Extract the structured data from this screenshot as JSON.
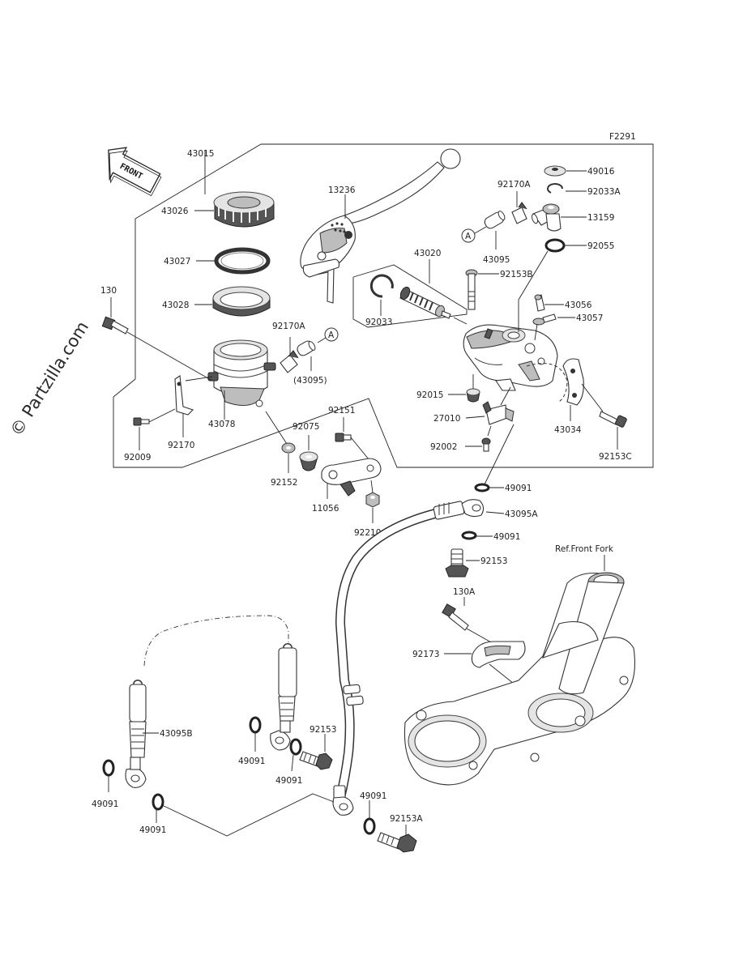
{
  "diagram_code": "F2291",
  "watermark": "© Partzilla.com",
  "front_arrow": {
    "label": "FRONT"
  },
  "ref_note": "Ref.Front Fork",
  "callout_A": "A",
  "part_numbers": {
    "p43015": "43015",
    "p43026": "43026",
    "p43027": "43027",
    "p43028": "43028",
    "p130": "130",
    "p92170A_left": "92170A",
    "p43095_paren": "(43095)",
    "p43078": "43078",
    "p92170": "92170",
    "p92009": "92009",
    "p92075": "92075",
    "p92151": "92151",
    "p92152": "92152",
    "p11056": "11056",
    "p92210": "92210",
    "p13236": "13236",
    "p43020": "43020",
    "p92033": "92033",
    "p92170A_right": "92170A",
    "p43095": "43095",
    "p92153B": "92153B",
    "p49016": "49016",
    "p92033A": "92033A",
    "p13159": "13159",
    "p92055": "92055",
    "p43056": "43056",
    "p43057": "43057",
    "p92015": "92015",
    "p27010": "27010",
    "p92002": "92002",
    "p43034": "43034",
    "p92153C": "92153C",
    "p49091_a": "49091",
    "p43095A": "43095A",
    "p49091_b": "49091",
    "p92153_a": "92153",
    "p130A": "130A",
    "p92173": "92173",
    "p43095B": "43095B",
    "p49091_c": "49091",
    "p49091_d": "49091",
    "p49091_e": "49091",
    "p49091_f": "49091",
    "p92153_b": "92153",
    "p49091_g": "49091",
    "p92153A": "92153A"
  }
}
